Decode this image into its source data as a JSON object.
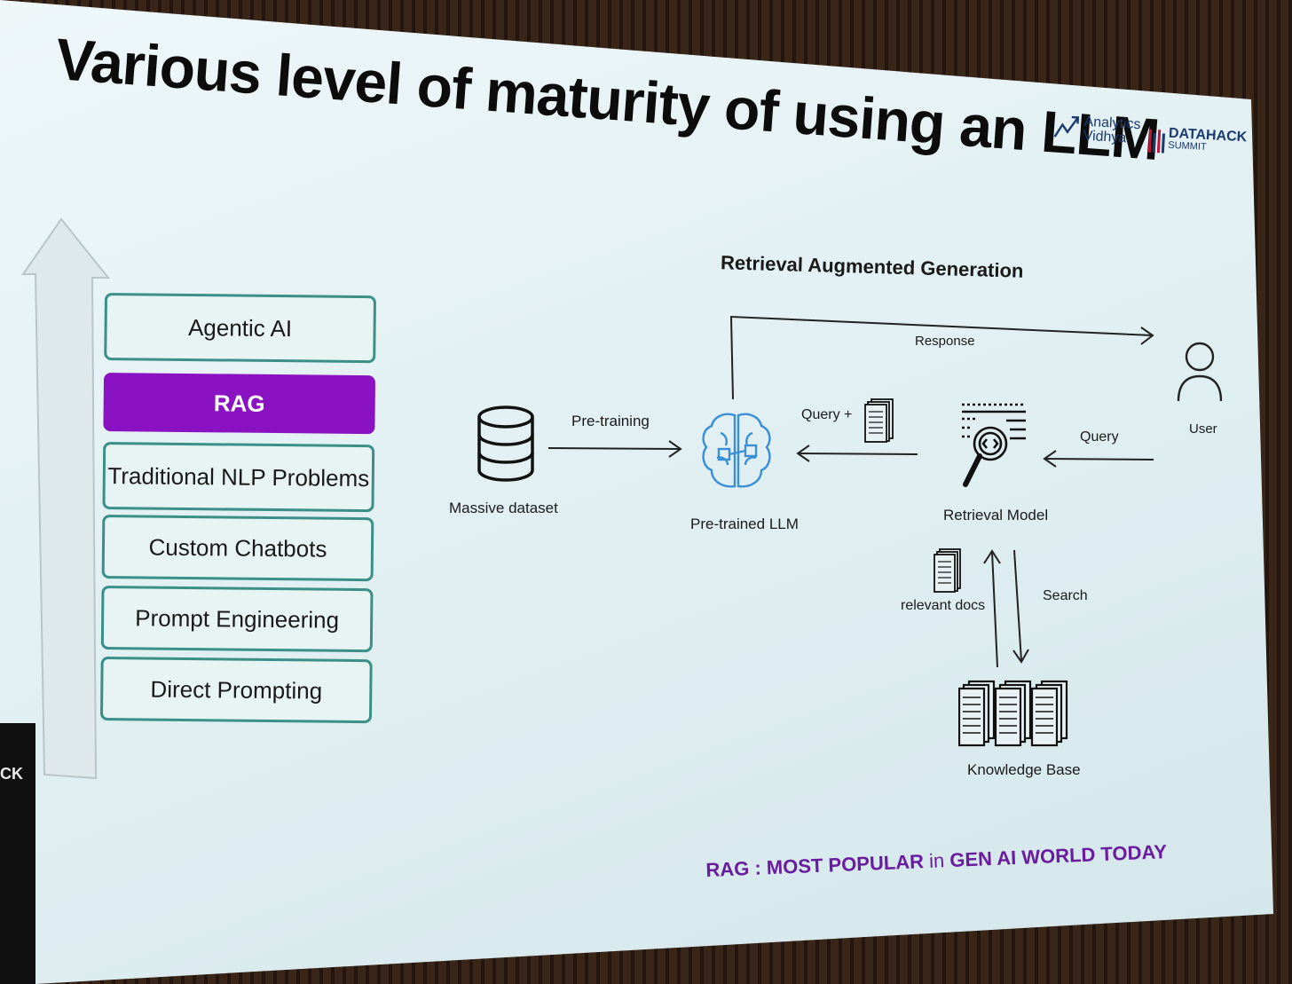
{
  "slide": {
    "title": "Various level of maturity of using an LLM",
    "edge_fragment": "CK"
  },
  "logos": {
    "analytics_vidhya": [
      "Analytics",
      "Vidhya"
    ],
    "datahack": {
      "main": "DATAHACK",
      "sub": "SUMMIT"
    }
  },
  "levels": [
    {
      "label": "Agentic AI",
      "active": false
    },
    {
      "label": "RAG",
      "active": true
    },
    {
      "label": "Traditional NLP Problems",
      "active": false
    },
    {
      "label": "Custom Chatbots",
      "active": false
    },
    {
      "label": "Prompt Engineering",
      "active": false
    },
    {
      "label": "Direct Prompting",
      "active": false
    }
  ],
  "diagram": {
    "title": "Retrieval Augmented Generation",
    "nodes": {
      "dataset": "Massive dataset",
      "llm": "Pre-trained LLM",
      "retrieval": "Retrieval Model",
      "user": "User",
      "kb": "Knowledge Base"
    },
    "edges": {
      "pretraining": "Pre-training",
      "response": "Response",
      "query_plus": "Query +",
      "query": "Query",
      "relevant_docs": "relevant docs",
      "search": "Search"
    }
  },
  "footer": {
    "rag": "RAG : MOST POPULAR",
    "in": "in",
    "rest": "GEN AI WORLD TODAY"
  },
  "colors": {
    "accent": "#8a12c2",
    "box_border": "#3a8f86",
    "footer": "#6a1c9e",
    "icon_blue": "#3b8fd6"
  }
}
